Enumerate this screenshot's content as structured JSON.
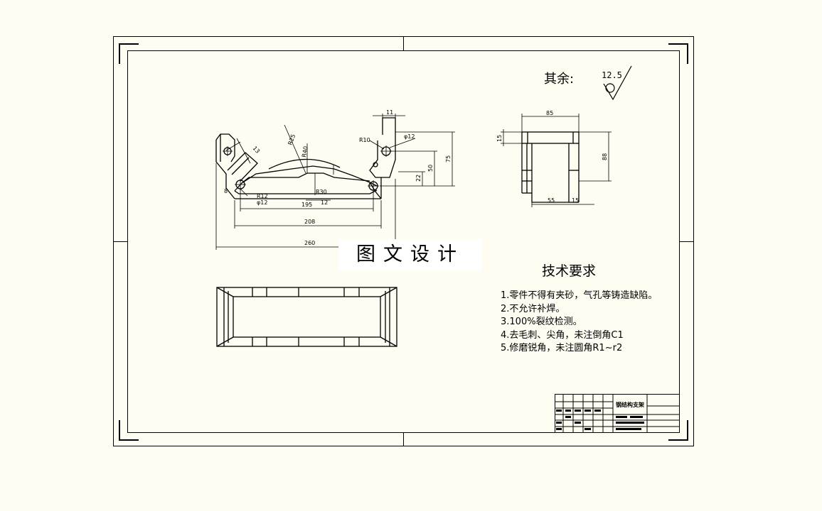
{
  "watermark": "图文设计",
  "roughness": {
    "label": "其余:",
    "value": "12.5"
  },
  "requirements": {
    "title": "技术要求",
    "items": [
      "1.零件不得有夹砂，气孔等铸造缺陷。",
      "2.不允许补焊。",
      "3.100%裂纹检测。",
      "4.去毛刺、尖角，未注倒角C1",
      "5.修磨锐角，未注圆角R1~r2"
    ]
  },
  "dimensions": {
    "front": [
      "11",
      "R10",
      "φ12",
      "13",
      "R25",
      "R40",
      "R30",
      "R12",
      "φ12",
      "195",
      "12",
      "208",
      "260",
      "75",
      "50",
      "22",
      "8"
    ],
    "side": [
      "85",
      "15",
      "88",
      "55",
      "15"
    ]
  },
  "title_block": {
    "name": "钢结构支架"
  },
  "colors": {
    "background": "#fffdf2",
    "line": "#000000"
  }
}
